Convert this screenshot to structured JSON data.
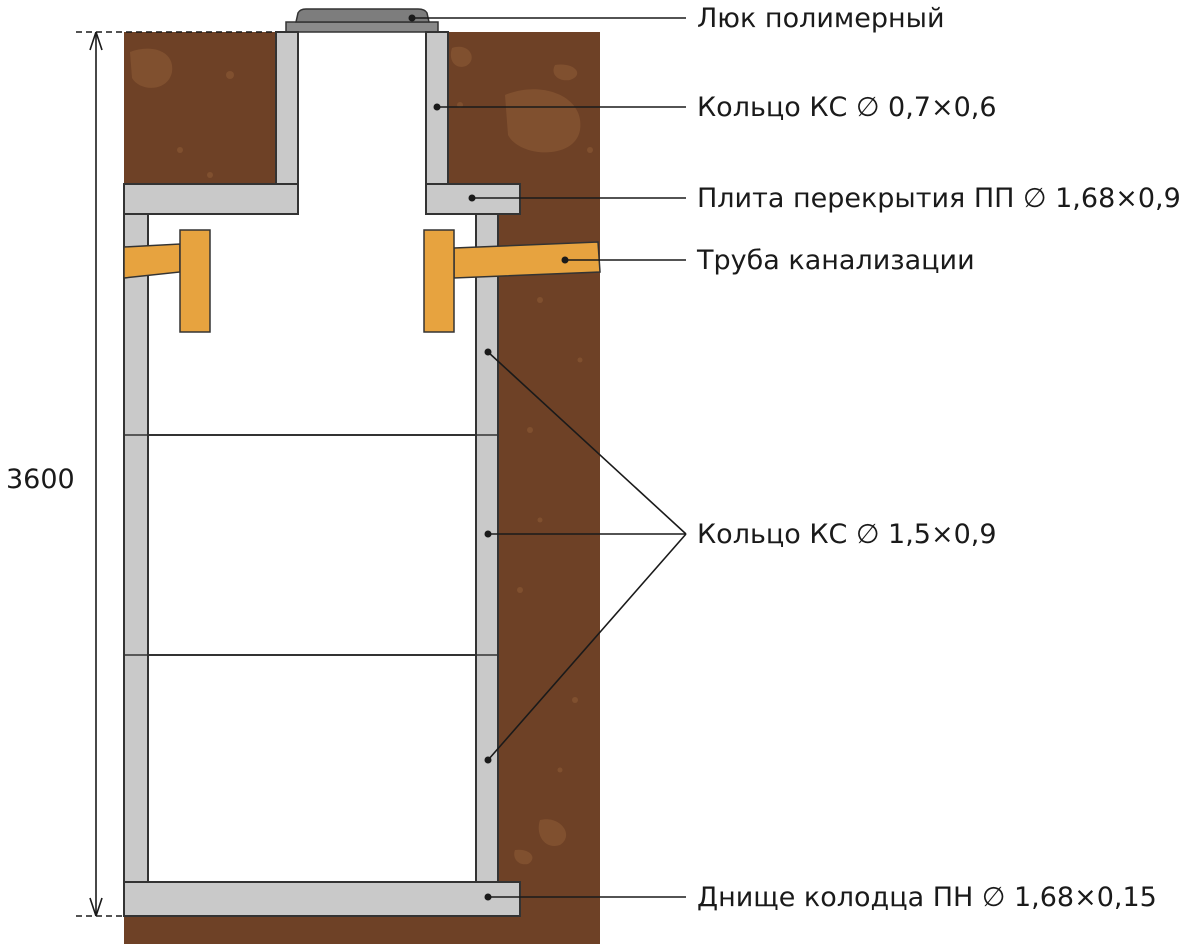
{
  "diagram": {
    "labels": {
      "hatch": "Люк полимерный",
      "neck_ring": "Кольцо КС ∅ 0,7×0,6",
      "cover_slab": "Плита перекрытия ПП ∅ 1,68×0,9",
      "sewer_pipe": "Труба канализации",
      "main_rings": "Кольцо КС ∅ 1,5×0,9",
      "bottom_slab": "Днище колодца ПН ∅ 1,68×0,15"
    },
    "dimension": {
      "depth": "3600"
    },
    "colors": {
      "soil": "#6e4126",
      "soil_spots": "#80502f",
      "concrete": "#c9c9c9",
      "pipe": "#e7a33f",
      "hatch": "#8a8a8a",
      "line": "#1a1a1a"
    }
  }
}
